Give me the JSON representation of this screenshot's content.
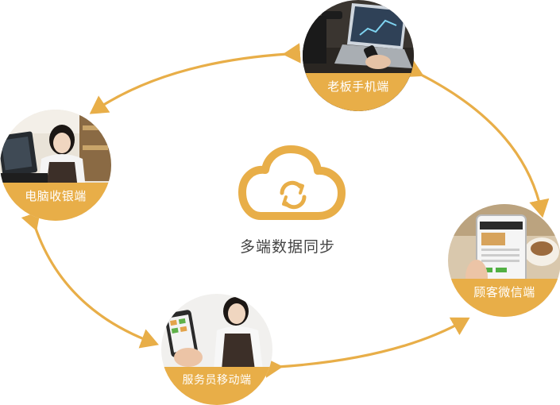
{
  "center": {
    "label": "多端数据同步",
    "icon": "cloud-sync-icon"
  },
  "nodes": {
    "boss_mobile": {
      "label": "老板手机端"
    },
    "pos_desktop": {
      "label": "电脑收银端"
    },
    "customer_wechat": {
      "label": "顾客微信端"
    },
    "waiter_mobile": {
      "label": "服务员移动端"
    }
  },
  "colors": {
    "accent": "#e8ae48",
    "text": "#444444",
    "background": "#ffffff"
  }
}
